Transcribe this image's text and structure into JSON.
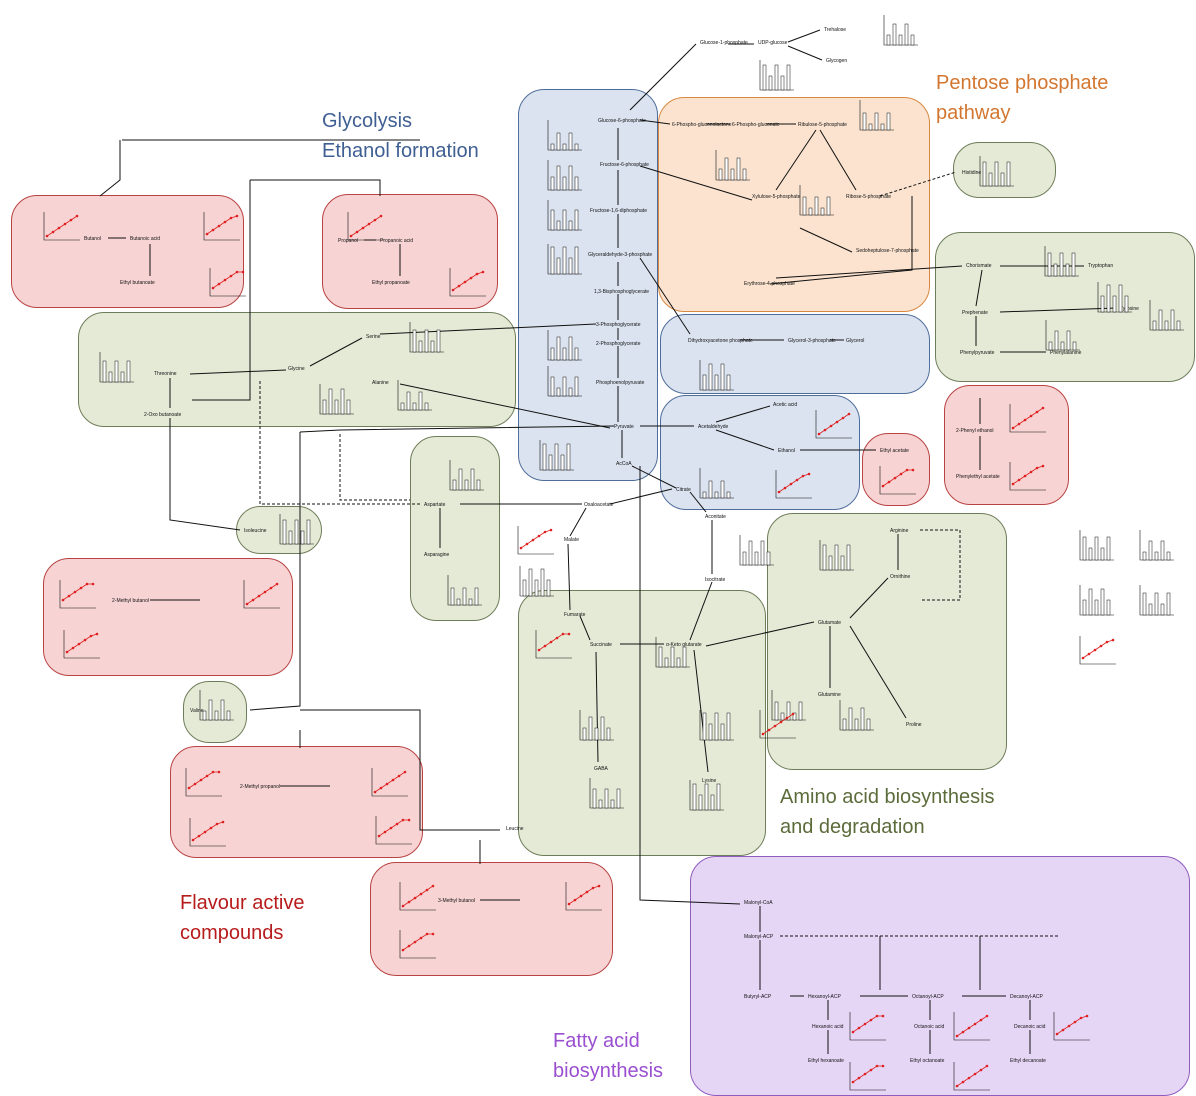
{
  "regions": {
    "glycolysis": "Glycolysis\nEthanol formation",
    "pentose": "Pentose phosphate\npathway",
    "flavour": "Flavour active\ncompounds",
    "amino": "Amino acid biosynthesis\nand degradation",
    "fatty": "Fatty acid\nbiosynthesis"
  },
  "metabolites": {
    "glucose6p": "Glucose-6-phosphate",
    "fructose6p": "Fructose-6-phosphate",
    "fructose16bp": "Fructose-1,6-diphosphate",
    "gap": "Glyceraldehyde-3-phosphate",
    "bpg": "1,3-Bisphosphoglycerate",
    "pg3": "3-Phosphoglycerate",
    "pg2": "2-Phosphoglycerate",
    "pep": "Phosphoenolpyruvate",
    "pyruvate": "Pyruvate",
    "acetaldehyde": "Acetaldehyde",
    "ethanol": "Ethanol",
    "acetic_acid": "Acetic acid",
    "acetylcoa": "AcCoA",
    "oxaloacetate": "Oxaloacetate",
    "citrate": "Citrate",
    "malate": "Malate",
    "fumarate": "Fumarate",
    "succinate": "Succinate",
    "akg": "α-Keto glutarate",
    "isocitrate": "Isocitrate",
    "aconitate": "Aconitate",
    "glucose1p": "Glucose-1-phosphate",
    "udpglucose": "UDP-glucose",
    "trehalose": "Trehalose",
    "glycogen": "Glycogen",
    "gluconolactone": "6-Phospho-gluconolactone",
    "gluconate": "6-Phospho-gluconate",
    "ribulose5p": "Ribulose-5-phosphate",
    "xylulose5p": "Xylulose-5-phosphate",
    "ribose5p": "Ribose-5-phosphate",
    "sedoheptulose": "Sedoheptulose-7-phosphate",
    "erythrose4p": "Erythrose-4-phosphate",
    "histidine": "Histidine",
    "chorismate": "Chorismate",
    "tryptophan": "Tryptophan",
    "tyrosine": "Tyrosine",
    "prephenate": "Prephenate",
    "phenylpyruvate": "Phenylpyruvate",
    "phenylalanine": "Phenylalanine",
    "dhap": "Dihydroxyacetone phosphate",
    "glycerol3p": "Glycerol-3-phosphate",
    "glycerol": "Glycerol",
    "serine": "Serine",
    "glycine": "Glycine",
    "threonine": "Threonine",
    "alanine": "Alanine",
    "oxobutanoate": "2-Oxo butanoate",
    "aspartate": "Aspartate",
    "asparagine": "Asparagine",
    "isoleucine": "Isoleucine",
    "valine": "Valine",
    "leucine": "Leucine",
    "arginine": "Arginine",
    "ornithine": "Ornithine",
    "glutamate": "Glutamate",
    "glutamine": "Glutamine",
    "proline": "Proline",
    "lysine": "Lysine",
    "gaba": "GABA",
    "butanol": "Butanol",
    "butanoic": "Butanoic acid",
    "ethylbutanoate": "Ethyl butanoate",
    "propanol": "Propanol",
    "propanoic": "Propanoic acid",
    "ethylpropanoate": "Ethyl propanoate",
    "ethylacetate": "Ethyl acetate",
    "phenylethanol": "2-Phenyl ethanol",
    "phenylethylacetate": "Phenylethyl acetate",
    "methylbutanol2": "2-Methyl butanol",
    "methylpropanol2": "2-Methyl propanol",
    "methylbutanol3": "3-Methyl butanol",
    "malonylcoa": "Malonyl-CoA",
    "malonylacp": "Malonyl-ACP",
    "butyrylacp": "Butyryl-ACP",
    "hexanoylacp": "Hexanoyl-ACP",
    "octanoylacp": "Octanoyl-ACP",
    "decanoylacp": "Decanoyl-ACP",
    "hexanoic": "Hexanoic acid",
    "octanoic": "Octanoic acid",
    "decanoic": "Decanoic acid",
    "ethylhexanoate": "Ethyl hexanoate",
    "ethyloctanoate": "Ethyl octanoate",
    "ethyldecanoate": "Ethyl decanoate"
  },
  "colors": {
    "green_fill": "#e4ead6",
    "red_fill": "#f7d3d3",
    "orange_fill": "#fbe3cf",
    "blue_fill": "#dbe3f0",
    "purple_fill": "#e6d6f6",
    "enzyme": "#2e7d32",
    "cofactor": "#1a1ad6",
    "red_series": "#e02020"
  }
}
